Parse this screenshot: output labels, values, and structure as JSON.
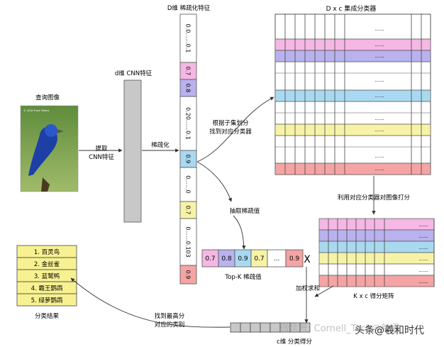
{
  "labels": {
    "query_image": "查询图像",
    "bird_caption": "© 2016 Frank Tellers",
    "extract_line1": "提取",
    "extract_line2": "CNN特征",
    "d_cnn_feature": "d维 CNN特征",
    "sparsify": "稀疏化",
    "d_sparse_feature": "D维 稀疏化特征",
    "find_classifier_line1": "根据子集划分",
    "find_classifier_line2": "找到对应分类器",
    "extract_sparse": "抽取稀疏值",
    "topk_label": "Top-K 稀疏值",
    "dxc_title": "D x c 集成分类器",
    "score_text": "利用对应分类器对图像打分",
    "kxc_label": "K x c 得分矩阵",
    "weighted_sum": "加权求和",
    "c_score": "c维 分类得分",
    "find_best_line1": "找到最高分",
    "find_best_line2": "对应的类别",
    "result_label": "分类结果",
    "multiply": "X",
    "dots": "......",
    "watermark": "微信号: Cornell_Tech@新语",
    "watermark_right": "头条@羲和时代"
  },
  "sparse_vector": [
    "0.0......0.1",
    "0.7",
    "0.8",
    "0.20......0.1",
    "0.9",
    "0......0",
    "0.7",
    "0......0.103",
    "0.9"
  ],
  "topk_values": [
    "0.7",
    "0.8",
    "0.9",
    "0.7",
    "...",
    "0.9"
  ],
  "results": [
    "1. 百灵鸟",
    "2. 金丝雀",
    "3. 蓝鹫鸭",
    "4. 霸王鹦鹉",
    "5. 绿萝鹦鹉"
  ],
  "colors": {
    "pink": "#f5b7e3",
    "purple": "#b9b2ee",
    "blue": "#a9d9f0",
    "yellow": "#f7f3a6",
    "red": "#f4a4a4",
    "result_yellow": "#f7f191",
    "gray": "#c8c8c8"
  }
}
